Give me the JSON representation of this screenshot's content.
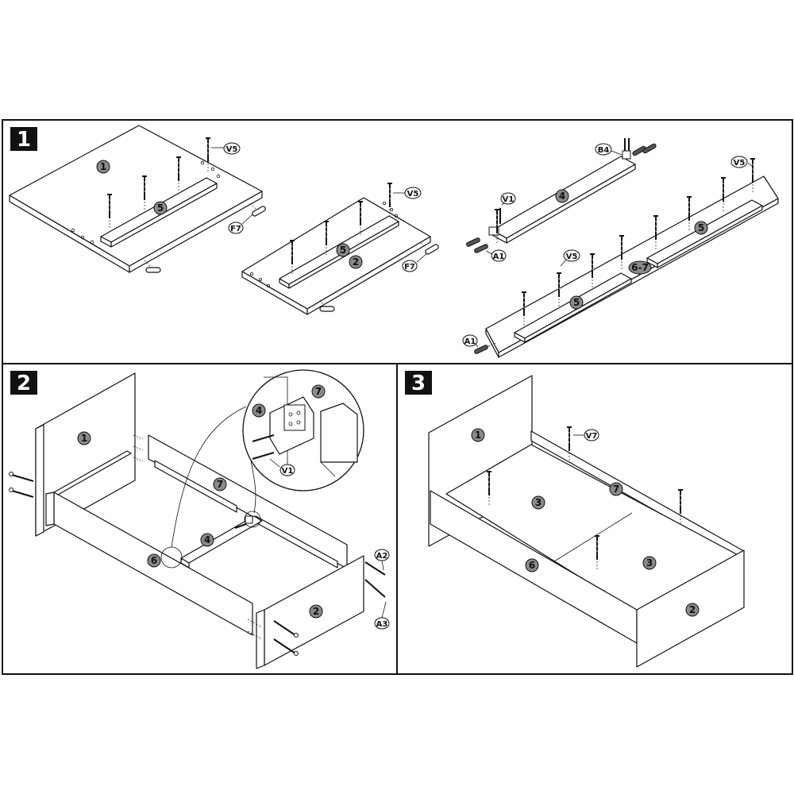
{
  "steps": [
    {
      "number": "1"
    },
    {
      "number": "2"
    },
    {
      "number": "3"
    }
  ],
  "step1": {
    "panelA": {
      "part": "1",
      "rail": "5",
      "screw": "V5",
      "dowel": "F7"
    },
    "panelB": {
      "part": "2",
      "rail": "5",
      "screw": "V5",
      "dowel": "F7"
    },
    "beam": {
      "part": "4",
      "bracket": "B4",
      "screw": "V1",
      "dowel": "A1"
    },
    "rail": {
      "part": "5",
      "part_b": "5",
      "screw": "V5",
      "range": "6-7",
      "dowel": "A1"
    }
  },
  "step2": {
    "headboard": "1",
    "side_right": "7",
    "side_left": "6",
    "center_beam": "4",
    "footboard": "2",
    "detail": {
      "beam": "4",
      "side": "7",
      "screw": "V1"
    },
    "bolts": {
      "upper": "A2",
      "lower": "A3"
    }
  },
  "step3": {
    "headboard": "1",
    "side_right": "7",
    "side_left": "6",
    "slat_a": "3",
    "slat_b": "3",
    "footboard": "2",
    "screw": "V7"
  },
  "colors": {
    "line": "#111111",
    "badge_fill": "#8a8a8a",
    "step_box": "#111111"
  }
}
